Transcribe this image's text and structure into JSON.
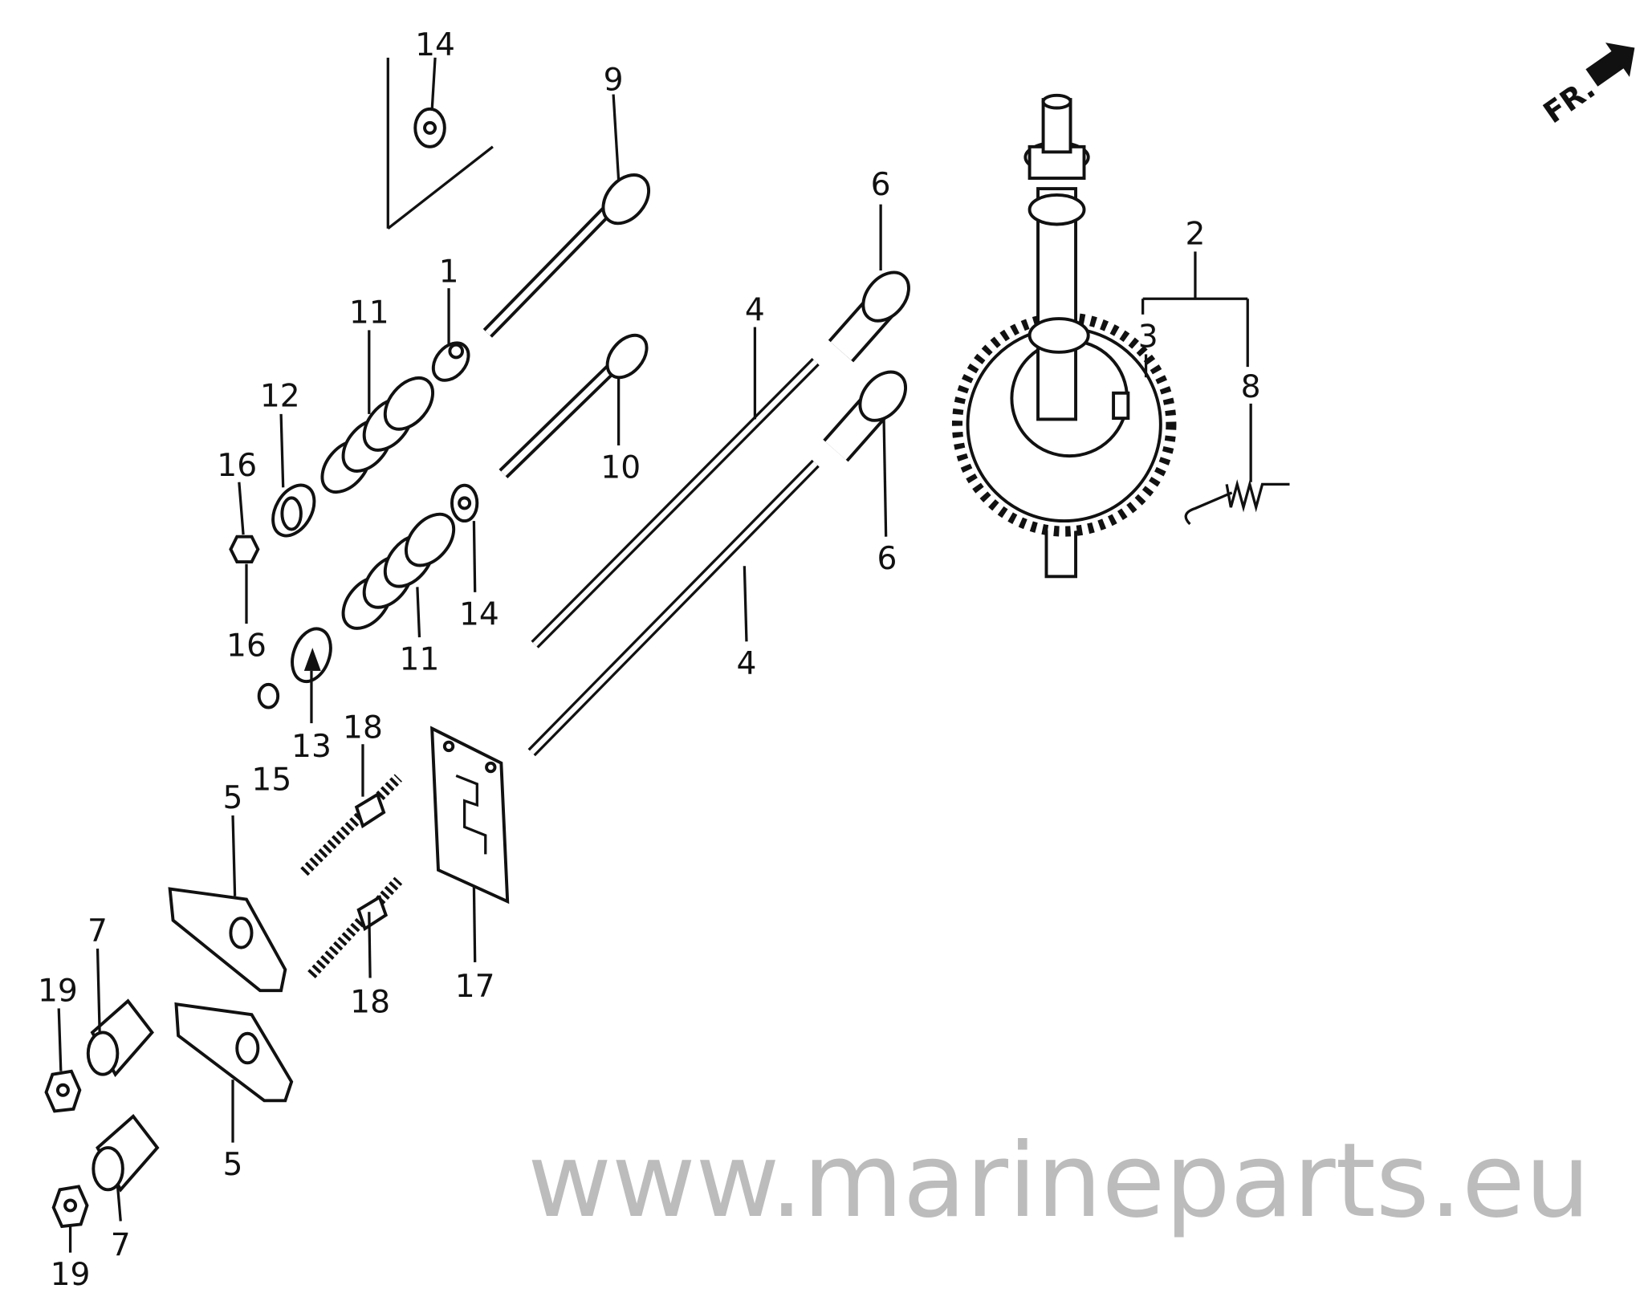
{
  "diagram": {
    "labels": [
      "14",
      "9",
      "6",
      "2",
      "11",
      "1",
      "4",
      "3",
      "12",
      "8",
      "16",
      "10",
      "16",
      "14",
      "6",
      "11",
      "4",
      "13",
      "15",
      "18",
      "5",
      "17",
      "18",
      "7",
      "19",
      "5",
      "7",
      "19"
    ],
    "direction_marker": "FR.",
    "watermark": "www.marineparts.eu"
  }
}
